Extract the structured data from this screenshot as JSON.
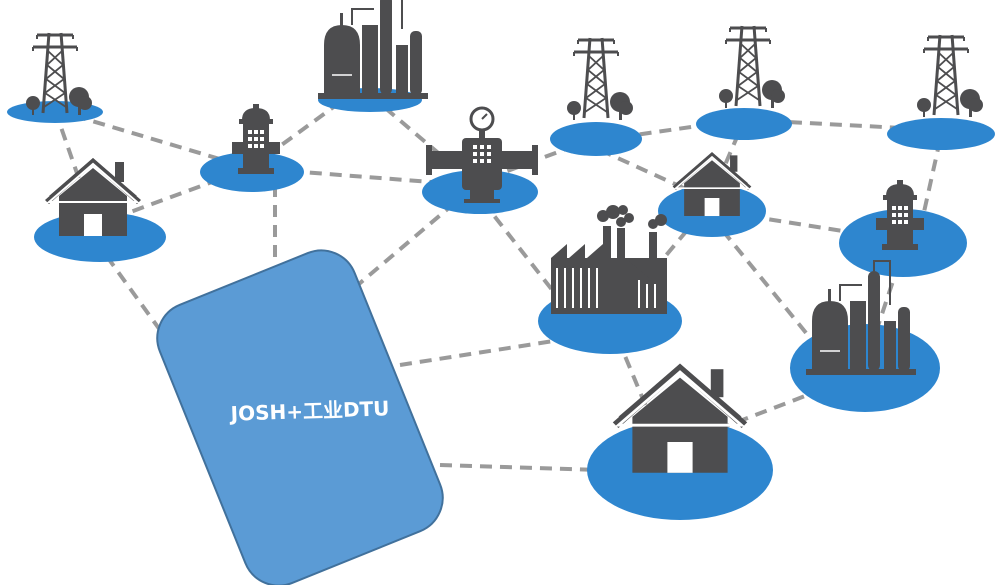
{
  "colors": {
    "node": "#2e86cf",
    "node_edge": "#4f97d6",
    "icon": "#4d4d4f",
    "link": "#9a9a9a",
    "dtu_fill": "#5b9bd5",
    "dtu_stroke": "#41719c"
  },
  "dtu": {
    "label": "JOSH+工业DTU"
  },
  "nodes": [
    {
      "id": "tower-1",
      "icon": "power-tower-icon"
    },
    {
      "id": "refinery-1",
      "icon": "refinery-icon"
    },
    {
      "id": "tower-2",
      "icon": "power-tower-icon"
    },
    {
      "id": "tower-3",
      "icon": "power-tower-icon"
    },
    {
      "id": "tower-4",
      "icon": "power-tower-icon"
    },
    {
      "id": "house-1",
      "icon": "house-icon"
    },
    {
      "id": "hydrant-1",
      "icon": "fire-hydrant-icon"
    },
    {
      "id": "valve-1",
      "icon": "pipe-valve-gauge-icon"
    },
    {
      "id": "house-2",
      "icon": "house-icon"
    },
    {
      "id": "hydrant-2",
      "icon": "fire-hydrant-icon"
    },
    {
      "id": "factory-1",
      "icon": "factory-icon"
    },
    {
      "id": "refinery-2",
      "icon": "refinery-icon"
    },
    {
      "id": "house-3",
      "icon": "house-icon"
    }
  ]
}
